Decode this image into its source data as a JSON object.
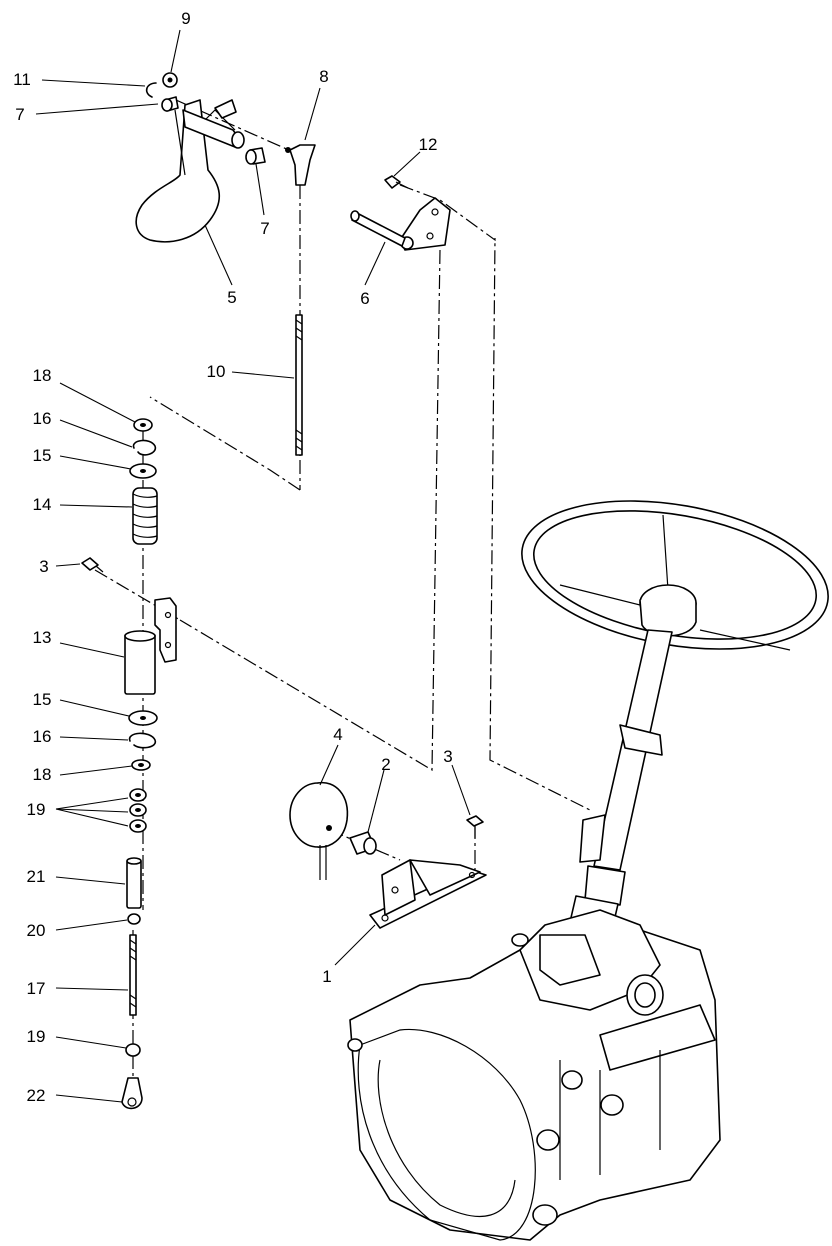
{
  "callouts": [
    {
      "id": "c9",
      "text": "9"
    },
    {
      "id": "c11",
      "text": "11"
    },
    {
      "id": "c7a",
      "text": "7"
    },
    {
      "id": "c8",
      "text": "8"
    },
    {
      "id": "c7b",
      "text": "7"
    },
    {
      "id": "c12",
      "text": "12"
    },
    {
      "id": "c5",
      "text": "5"
    },
    {
      "id": "c6",
      "text": "6"
    },
    {
      "id": "c10",
      "text": "10"
    },
    {
      "id": "c18a",
      "text": "18"
    },
    {
      "id": "c16a",
      "text": "16"
    },
    {
      "id": "c15a",
      "text": "15"
    },
    {
      "id": "c14",
      "text": "14"
    },
    {
      "id": "c3a",
      "text": "3"
    },
    {
      "id": "c13",
      "text": "13"
    },
    {
      "id": "c15b",
      "text": "15"
    },
    {
      "id": "c16b",
      "text": "16"
    },
    {
      "id": "c18b",
      "text": "18"
    },
    {
      "id": "c19a",
      "text": "19"
    },
    {
      "id": "c21",
      "text": "21"
    },
    {
      "id": "c20",
      "text": "20"
    },
    {
      "id": "c17",
      "text": "17"
    },
    {
      "id": "c19b",
      "text": "19"
    },
    {
      "id": "c22",
      "text": "22"
    },
    {
      "id": "c4",
      "text": "4"
    },
    {
      "id": "c2",
      "text": "2"
    },
    {
      "id": "c3b",
      "text": "3"
    },
    {
      "id": "c1",
      "text": "1"
    }
  ]
}
